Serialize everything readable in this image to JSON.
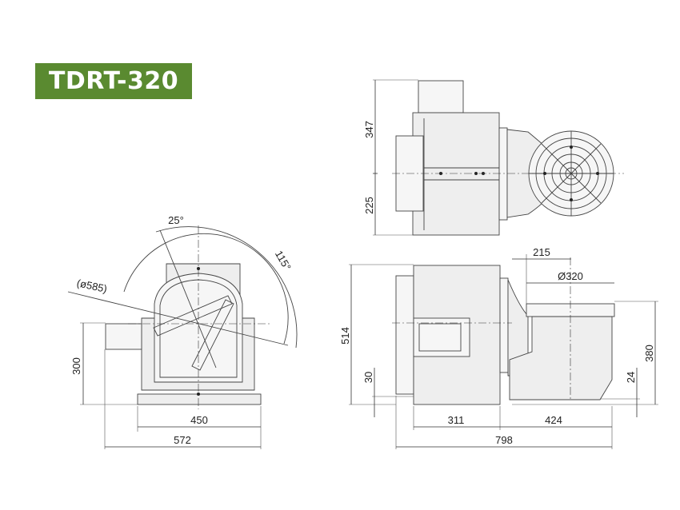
{
  "title": "TDRT-320",
  "colors": {
    "badge_bg": "#5a8a30",
    "badge_text": "#ffffff",
    "line": "#333333",
    "fill": "#eeeeee"
  },
  "views": {
    "top_view": {
      "dimensions": {
        "upper": "347",
        "lower": "225"
      }
    },
    "front_view": {
      "angles": {
        "tilt_small": "25°",
        "tilt_large": "115°"
      },
      "swing_diameter": "(ø585)",
      "dimensions": {
        "height": "300",
        "base_inner": "450",
        "overall_width": "572"
      }
    },
    "side_view": {
      "dimensions": {
        "table_offset": "215",
        "table_diameter": "Ø320",
        "overall_height": "514",
        "table_height": "380",
        "base_thickness": "30",
        "table_base_gap": "24",
        "motor_length": "311",
        "table_length": "424",
        "overall_length": "798"
      }
    }
  }
}
